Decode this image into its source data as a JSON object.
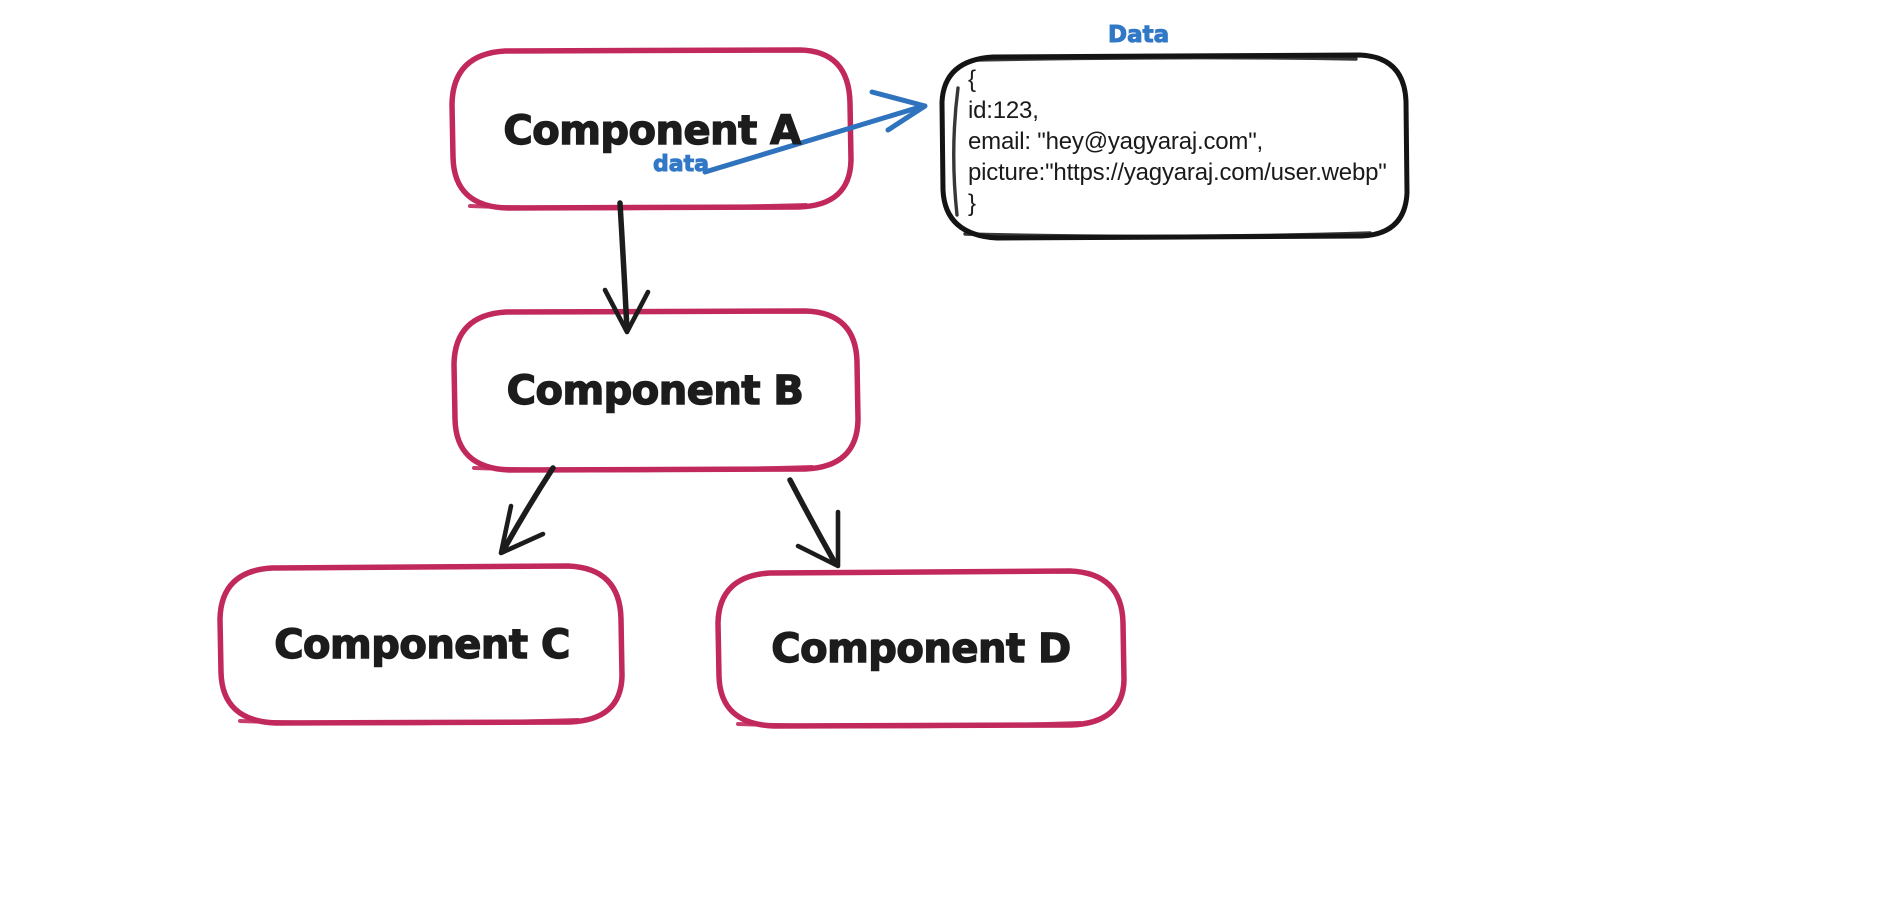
{
  "diagram": {
    "title": "Component data flow (prop drilling) diagram",
    "colors": {
      "node_border": "#c1285c",
      "arrow": "#1c1c1c",
      "accent_blue": "#3178c6",
      "data_box_border": "#141414",
      "background": "#ffffff",
      "text": "#1c1c1c"
    },
    "nodes": [
      {
        "id": "a",
        "label": "Component A"
      },
      {
        "id": "b",
        "label": "Component B"
      },
      {
        "id": "c",
        "label": "Component C"
      },
      {
        "id": "d",
        "label": "Component D"
      }
    ],
    "edges": [
      {
        "from": "Component A",
        "to": "Component B",
        "label": ""
      },
      {
        "from": "Component B",
        "to": "Component C",
        "label": ""
      },
      {
        "from": "Component B",
        "to": "Component D",
        "label": ""
      },
      {
        "from": "Component A",
        "to": "Data",
        "label": "data"
      }
    ],
    "edge_labels": {
      "data": "data"
    },
    "data_panel": {
      "title": "Data",
      "lines": [
        "{",
        "id:123,",
        "email: \"hey@yagyaraj.com\",",
        "picture:\"https://yagyaraj.com/user.webp\"",
        "}"
      ]
    }
  }
}
